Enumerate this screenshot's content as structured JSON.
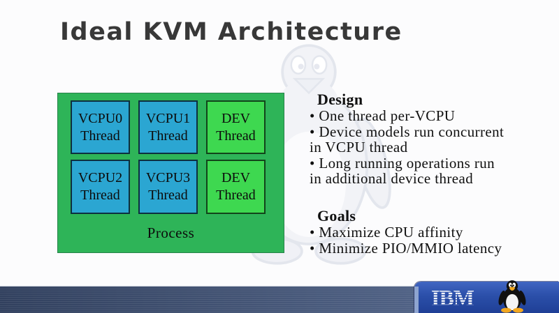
{
  "slide": {
    "title": "Ideal KVM Architecture"
  },
  "diagram": {
    "process_label": "Process",
    "threads": [
      {
        "line1": "VCPU0",
        "line2": "Thread",
        "type": "vcpu"
      },
      {
        "line1": "VCPU1",
        "line2": "Thread",
        "type": "vcpu"
      },
      {
        "line1": "DEV",
        "line2": "Thread",
        "type": "dev"
      },
      {
        "line1": "VCPU2",
        "line2": "Thread",
        "type": "vcpu"
      },
      {
        "line1": "VCPU3",
        "line2": "Thread",
        "type": "vcpu"
      },
      {
        "line1": "DEV",
        "line2": "Thread",
        "type": "dev"
      }
    ]
  },
  "sections": {
    "design": {
      "heading": "Design",
      "bullets": [
        "• One thread per-VCPU",
        "• Device models run concurrent\nin VCPU thread",
        "• Long running operations run\nin additional device thread"
      ]
    },
    "goals": {
      "heading": "Goals",
      "bullets": [
        "• Maximize CPU affinity",
        "• Minimize PIO/MMIO latency"
      ]
    }
  },
  "footer": {
    "brand": "IBM",
    "logo_icon": "tux-penguin-icon",
    "watermark_icon": "tux-watermark-icon"
  },
  "colors": {
    "title_text": "#383838",
    "process_box": "#2eb458",
    "vcpu_box": "#2ba6d2",
    "dev_box": "#3ed850",
    "footer_bar_left": "#31405e",
    "footer_bar_right": "#5a6d92",
    "ibm_badge": "#1f3f96"
  }
}
